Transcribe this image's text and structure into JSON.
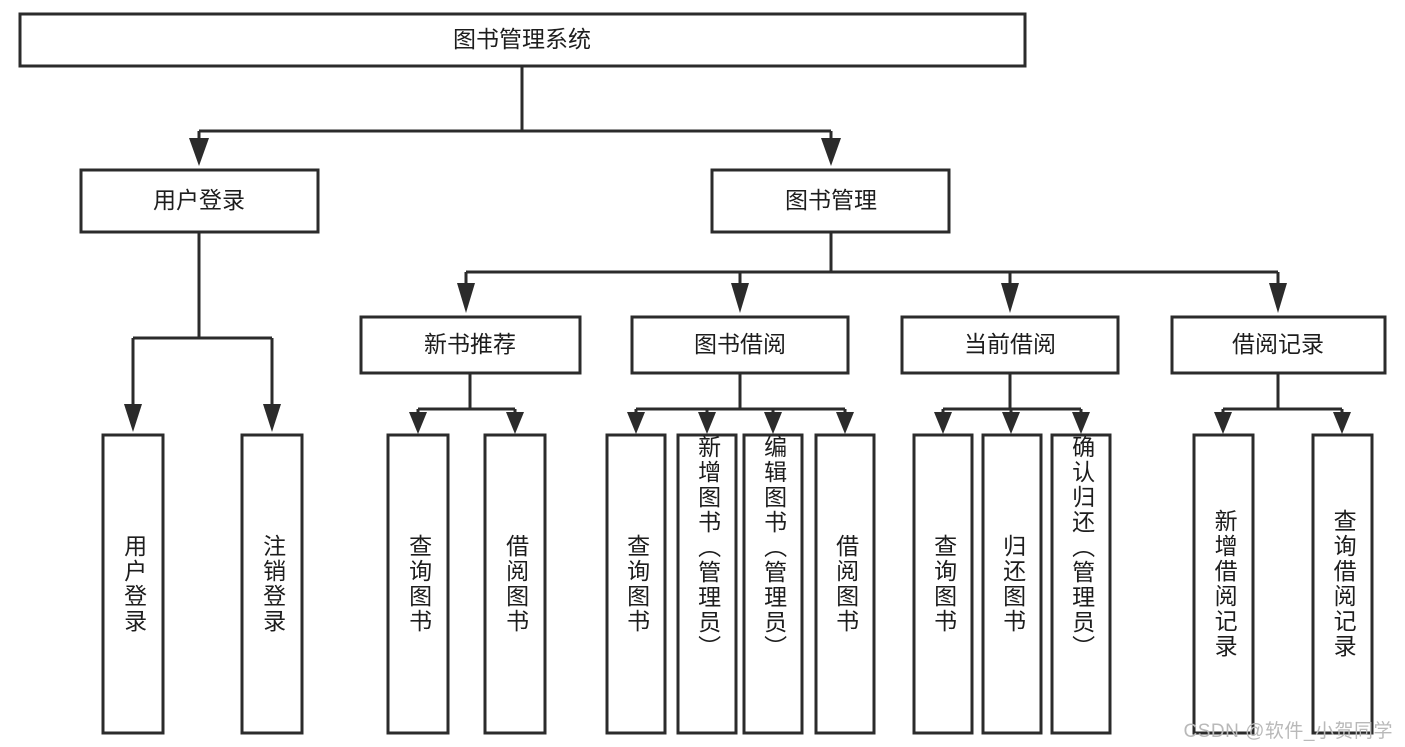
{
  "diagram": {
    "title": "图书管理系统",
    "type": "tree",
    "watermark": "CSDN @软件_小贺同学",
    "colors": {
      "box_stroke": "#2b2b2b",
      "box_fill": "#ffffff",
      "text": "#1d1d1d",
      "background": "#ffffff",
      "watermark": "#b9b9b9"
    },
    "root": {
      "label": "图书管理系统"
    },
    "level2": [
      {
        "label": "用户登录"
      },
      {
        "label": "图书管理"
      }
    ],
    "level3": [
      {
        "label": "新书推荐"
      },
      {
        "label": "图书借阅"
      },
      {
        "label": "当前借阅"
      },
      {
        "label": "借阅记录"
      }
    ],
    "leaves": {
      "user_login": [
        {
          "label": "用户登录"
        },
        {
          "label": "注销登录"
        }
      ],
      "new_book_recommend": [
        {
          "label": "查询图书"
        },
        {
          "label": "借阅图书"
        }
      ],
      "book_borrow": [
        {
          "label": "查询图书"
        },
        {
          "label": "新增图书（管理员）"
        },
        {
          "label": "编辑图书（管理员）"
        },
        {
          "label": "借阅图书"
        }
      ],
      "current_borrow": [
        {
          "label": "查询图书"
        },
        {
          "label": "归还图书"
        },
        {
          "label": "确认归还（管理员）"
        }
      ],
      "borrow_record": [
        {
          "label": "新增借阅记录"
        },
        {
          "label": "查询借阅记录"
        }
      ]
    }
  }
}
